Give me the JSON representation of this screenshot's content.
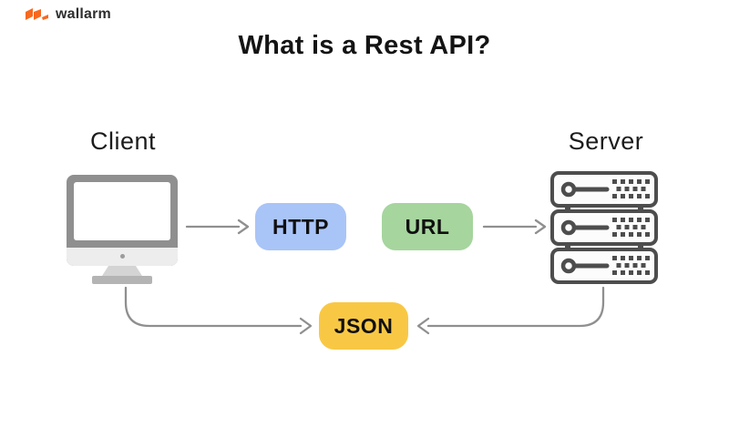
{
  "logo": {
    "text": "wallarm",
    "icon": "wallarm-flame-icon",
    "brand_color": "#F8681F"
  },
  "title": "What is a Rest API?",
  "diagram": {
    "client": {
      "label": "Client",
      "icon": "desktop-monitor-icon"
    },
    "server": {
      "label": "Server",
      "icon": "server-stack-icon"
    },
    "badges": [
      {
        "id": "http",
        "label": "HTTP",
        "color": "#A9C4F7"
      },
      {
        "id": "url",
        "label": "URL",
        "color": "#A6D59E"
      },
      {
        "id": "json",
        "label": "JSON",
        "color": "#F8C845"
      }
    ],
    "arrows": [
      {
        "from": "client",
        "to": "http",
        "style": "straight-right"
      },
      {
        "from": "url",
        "to": "server",
        "style": "straight-right"
      },
      {
        "from": "client",
        "to": "json",
        "style": "curved-down-right"
      },
      {
        "from": "server",
        "to": "json",
        "style": "curved-down-left"
      }
    ],
    "arrow_color": "#8f8f8f"
  }
}
